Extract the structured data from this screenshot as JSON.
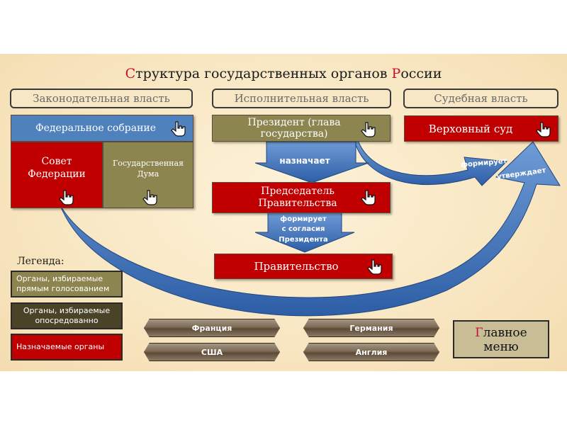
{
  "title": {
    "first": "С",
    "rest1": "труктура государственных органов ",
    "cap2": "Р",
    "rest2": "оссии"
  },
  "branches": {
    "legislative": "Законодательная власть",
    "executive": "Исполнительная власть",
    "judicial": "Судебная власть"
  },
  "boxes": {
    "federal_assembly": "Федеральное собрание",
    "federation_council": "Совет Федерации",
    "state_duma": "Государственная Дума",
    "president": "Президент (глава государства)",
    "supreme_court": "Верховный суд",
    "chairman": "Председатель Правительства",
    "government": "Правительство"
  },
  "arrows": {
    "appoints": "назначает",
    "forms_consent_1": "формирует",
    "forms_consent_2": "с согласия",
    "forms_consent_3": "Президента",
    "forms": "формирует",
    "approves": "утверждает"
  },
  "legend": {
    "title": "Легенда:",
    "direct": "Органы, избираемые прямым голосованием",
    "indirect": "Органы, избираемые опосредованно",
    "appointed": "Назначаемые органы"
  },
  "countries": {
    "france": "Франция",
    "germany": "Германия",
    "usa": "США",
    "england": "Англия"
  },
  "main_menu": {
    "cap": "Г",
    "rest": "лавное",
    "line2": "меню"
  },
  "colors": {
    "blue": "#4f81bd",
    "red": "#c00000",
    "olive": "#8c8550",
    "arrow": "#3d6fb6"
  },
  "icons": {
    "hand": "pointing-hand-icon"
  }
}
